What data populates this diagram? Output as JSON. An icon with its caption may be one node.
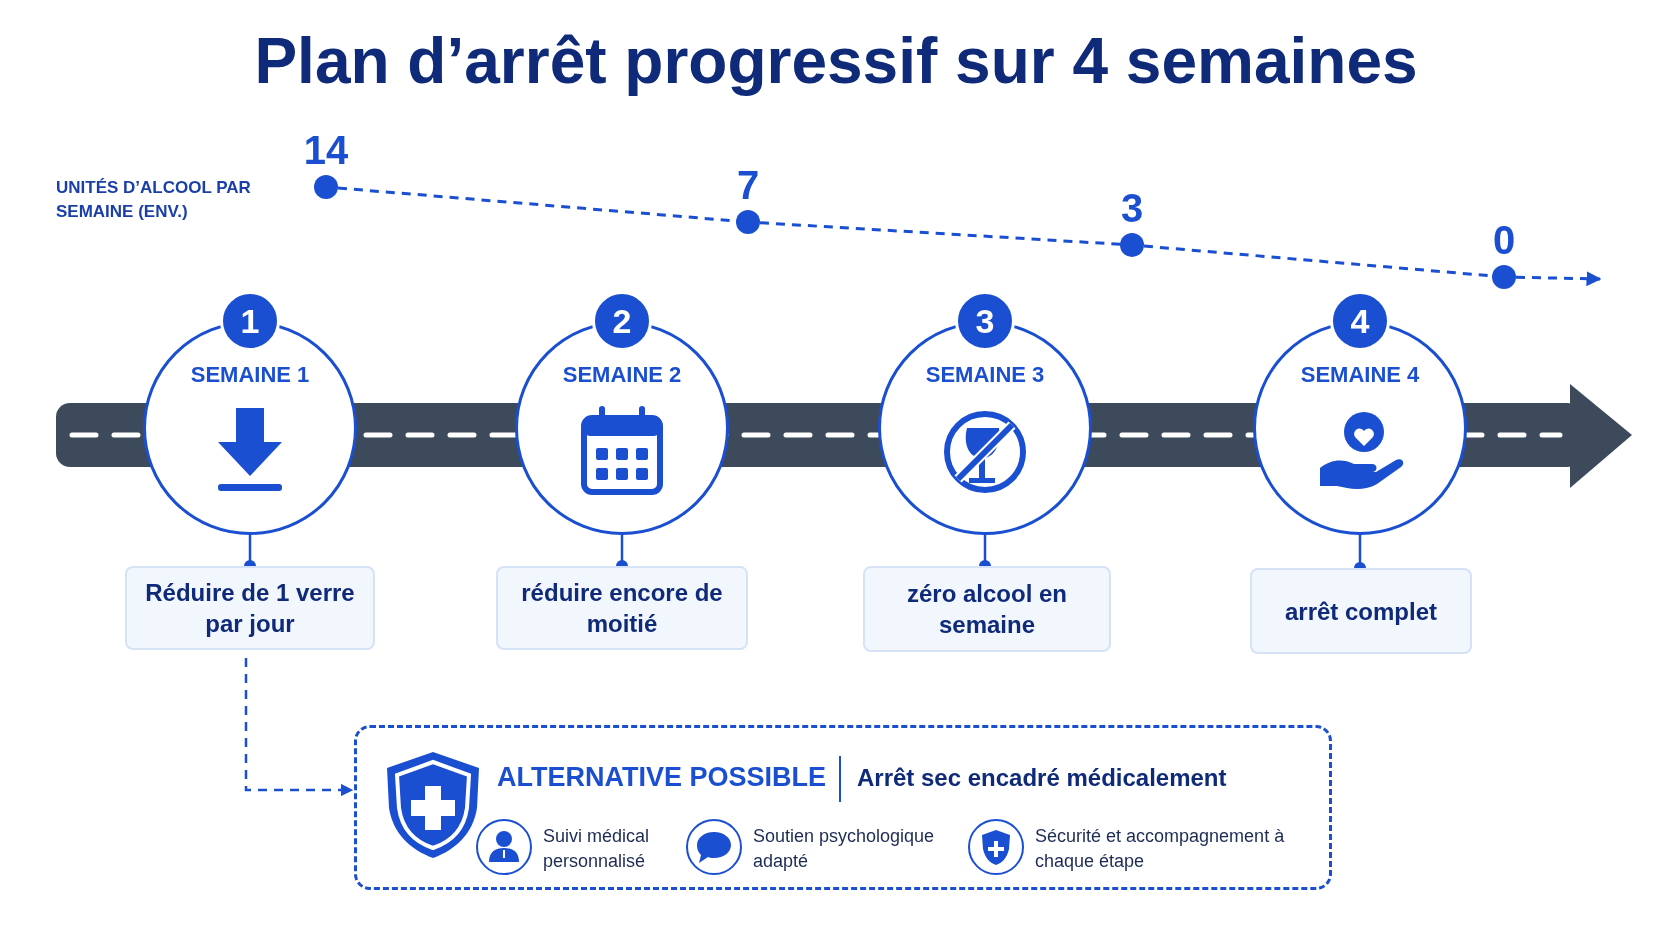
{
  "diagram": {
    "title": "Plan d’arrêt progressif sur 4 semaines",
    "nodes": [
      {
        "text": [
          "14"
        ]
      },
      {
        "text": [
          "7"
        ]
      },
      {
        "text": [
          "3"
        ]
      },
      {
        "text": [
          "0"
        ]
      },
      {
        "text": [
          "1",
          "SEMAINE 1"
        ]
      },
      {
        "text": [
          "2",
          "SEMAINE 2"
        ]
      },
      {
        "text": [
          "3",
          "SEMAINE 3"
        ]
      },
      {
        "text": [
          "4",
          "SEMAINE 4"
        ]
      },
      {
        "text": [
          "Réduire de 1 verre par jour"
        ]
      },
      {
        "text": [
          "réduire encore de moitié"
        ]
      },
      {
        "text": [
          "zéro alcool en semaine"
        ]
      },
      {
        "text": [
          "arrêt complet"
        ]
      },
      {
        "text": [
          "ALTERNATIVE POSSIBLE",
          "Arrêt sec encadré médicalement"
        ]
      },
      {
        "text": [
          "Suivi médical personnalisé"
        ],
        "in": 12
      },
      {
        "text": [
          "Soutien psychologique adapté"
        ],
        "in": 12
      },
      {
        "text": [
          "Sécurité et accompagnement à chaque étape"
        ],
        "in": 12
      }
    ],
    "edges": [
      {
        "from": 0,
        "to": 1,
        "arrow": "none",
        "style": "dashed"
      },
      {
        "from": 1,
        "to": 2,
        "arrow": "none",
        "style": "dashed"
      },
      {
        "from": 2,
        "to": 3,
        "arrow": "none",
        "style": "dashed"
      },
      {
        "from": 3,
        "to": null,
        "arrow": "to",
        "style": "dashed"
      },
      {
        "from": 4,
        "to": 8,
        "arrow": "other"
      },
      {
        "from": 5,
        "to": 9,
        "arrow": "other"
      },
      {
        "from": 6,
        "to": 10,
        "arrow": "other"
      },
      {
        "from": 7,
        "to": 11,
        "arrow": "other"
      },
      {
        "from": 8,
        "to": 12,
        "arrow": "to",
        "style": "dashed"
      }
    ],
    "labels": [
      "UNITÉS D’ALCOOL PAR SEMAINE (ENV.)"
    ]
  }
}
